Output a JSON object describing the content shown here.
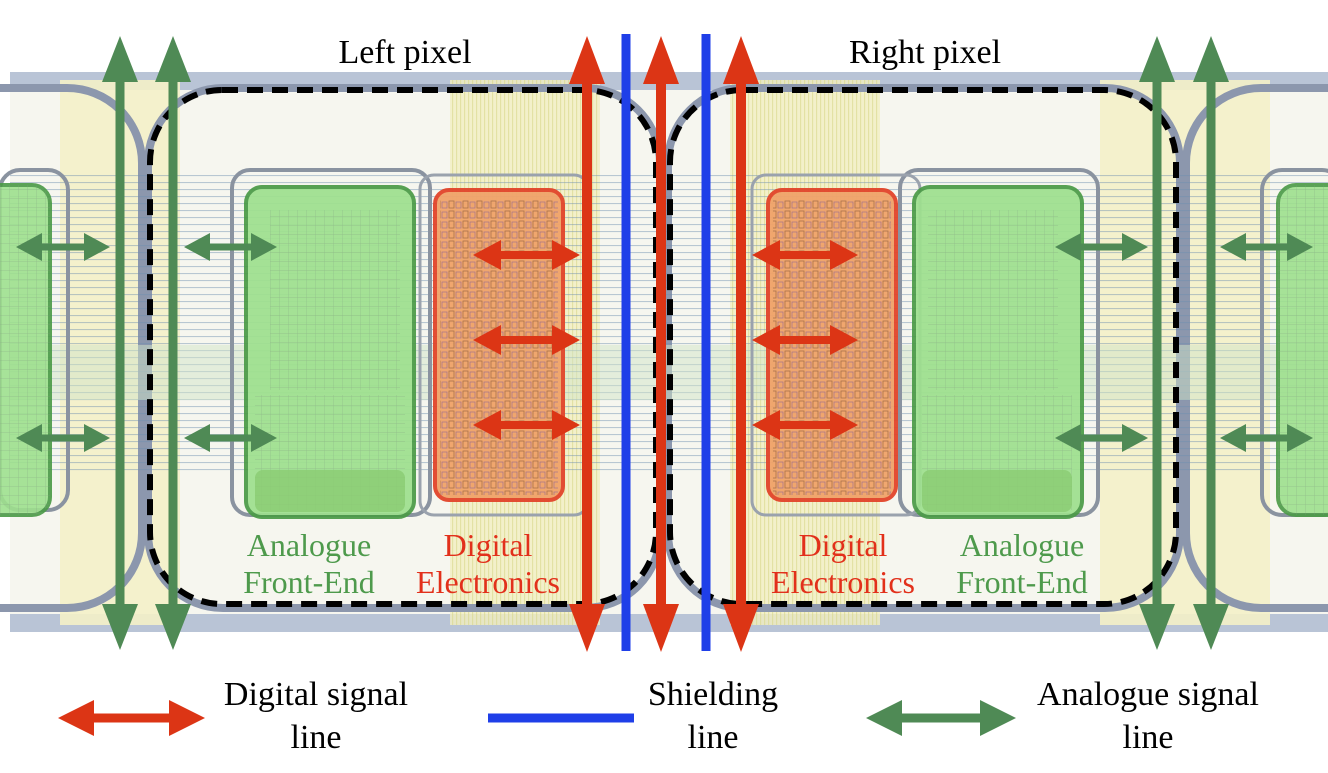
{
  "pixels": {
    "left_title": "Left pixel",
    "right_title": "Right pixel"
  },
  "blocks": {
    "left_afe": [
      "Analogue",
      "Front-End"
    ],
    "left_digital": [
      "Digital",
      "Electronics"
    ],
    "right_digital": [
      "Digital",
      "Electronics"
    ],
    "right_afe": [
      "Analogue",
      "Front-End"
    ]
  },
  "legend": {
    "digital": [
      "Digital signal",
      "line"
    ],
    "shielding": [
      "Shielding",
      "line"
    ],
    "analogue": [
      "Analogue signal",
      "line"
    ]
  },
  "colors": {
    "digital": "#dc3515",
    "shielding": "#1f3fe8",
    "analogue": "#4f8a55",
    "afe_text": "#4e9a4c",
    "digital_text": "#e2301b"
  }
}
